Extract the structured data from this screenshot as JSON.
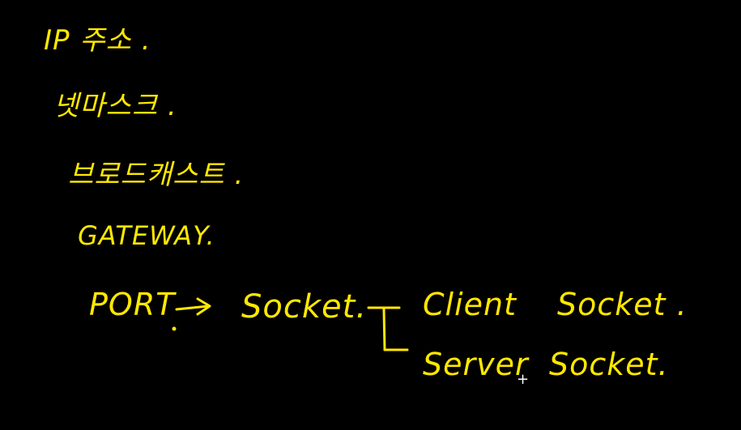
{
  "notes": {
    "line1": "IP 주소 .",
    "line2": "넷마스크 .",
    "line3": "브로드캐스트 .",
    "line4": "GATEWAY.",
    "line5": "PORT",
    "line6": "Socket.",
    "line7": "Client",
    "line8": "Socket .",
    "line9": "Server",
    "line10": "Socket."
  },
  "colors": {
    "background": "#000000",
    "ink": "#FFE800",
    "cursor": "#FFFFFF"
  },
  "icons": {
    "arrow": "right-arrow-icon",
    "bracket": "bracket-icon",
    "cursor": "crosshair-cursor-icon"
  }
}
